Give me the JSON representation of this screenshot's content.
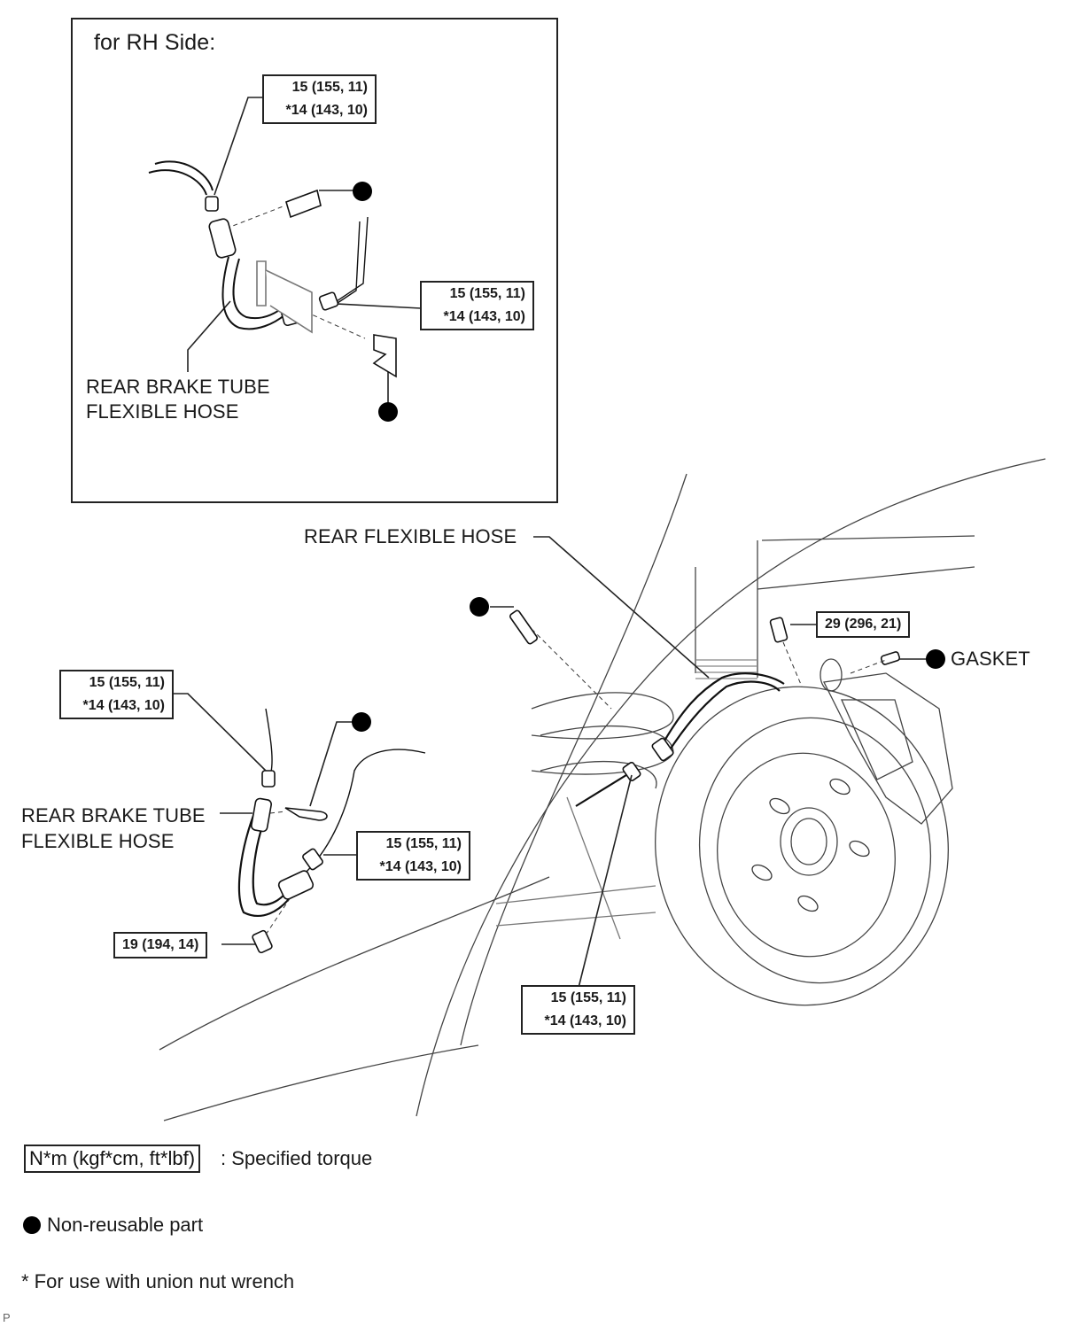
{
  "inset": {
    "title": "for RH Side:",
    "torque_top": {
      "line1": "15 (155, 11)",
      "line2": "*14 (143, 10)"
    },
    "torque_right": {
      "line1": "15 (155, 11)",
      "line2": "*14 (143, 10)"
    },
    "hose_label_line1": "REAR BRAKE TUBE",
    "hose_label_line2": "FLEXIBLE HOSE"
  },
  "main": {
    "rear_flexible_hose": "REAR FLEXIBLE HOSE",
    "gasket": "GASKET",
    "torque_bolt_caliper": "29 (296, 21)",
    "torque_left_top": {
      "line1": "15 (155, 11)",
      "line2": "*14 (143, 10)"
    },
    "torque_left_mid": {
      "line1": "15 (155, 11)",
      "line2": "*14 (143, 10)"
    },
    "torque_bottom": {
      "line1": "15 (155, 11)",
      "line2": "*14 (143, 10)"
    },
    "torque_bolt_bracket": "19 (194, 14)",
    "hose_label_line1": "REAR BRAKE TUBE",
    "hose_label_line2": "FLEXIBLE HOSE"
  },
  "legend": {
    "torque_unit": "N*m (kgf*cm, ft*lbf)",
    "torque_desc": ": Specified torque",
    "non_reusable": "Non-reusable part",
    "union_nut": "* For use with union nut wrench"
  },
  "corner_mark": "P",
  "icons": {
    "non_reusable_marker": "filled-circle",
    "gasket_part": "gasket-clip",
    "bolt_part": "flange-bolt"
  }
}
